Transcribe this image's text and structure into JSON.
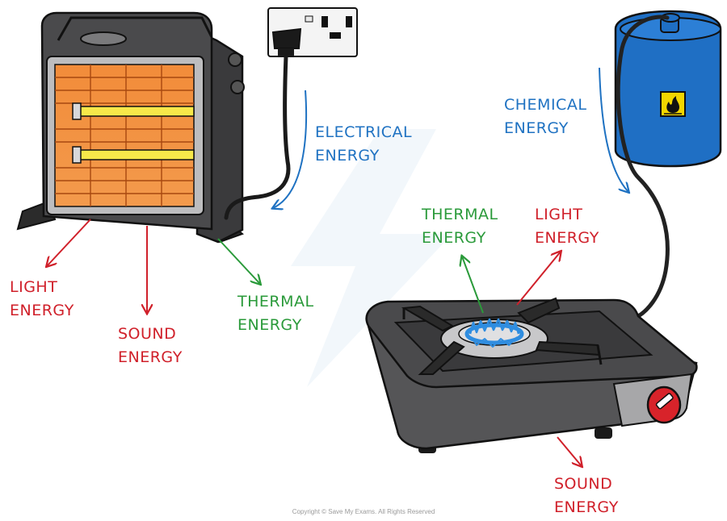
{
  "labels": {
    "heater_light": "LIGHT\nENERGY",
    "heater_sound": "SOUND\nENERGY",
    "heater_thermal": "THERMAL\nENERGY",
    "electrical": "ELECTRICAL\nENERGY",
    "chemical": "CHEMICAL\nENERGY",
    "stove_thermal": "THERMAL\nENERGY",
    "stove_light": "LIGHT\nENERGY",
    "stove_sound": "SOUND\nENERGY"
  },
  "copyright": "Copyright © Save My Exams. All Rights Reserved",
  "colors": {
    "light_sound": "#d0202a",
    "thermal": "#2a9a3a",
    "electrical_chemical": "#1f72c2",
    "heater_element": "#f07a1e",
    "gas_canister": "#1f6fc4",
    "stove_body": "#4a4a4c",
    "flame": "#2f8de0"
  },
  "icons": [
    "fire-hazard-icon",
    "plug-socket",
    "heater",
    "gas-canister",
    "camping-stove",
    "flame"
  ]
}
